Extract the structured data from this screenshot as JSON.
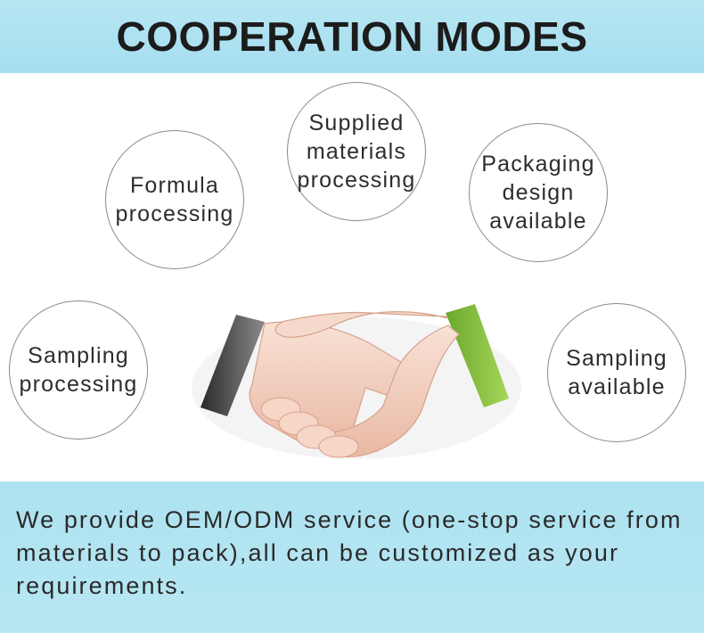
{
  "header": {
    "title": "COOPERATION MODES"
  },
  "modes": {
    "formula": "Formula\nprocessing",
    "supplied": "Supplied\nmaterials\nprocessing",
    "packaging": "Packaging\ndesign\navailable",
    "sampling_processing": "Sampling\nprocessing",
    "sampling_available": "Sampling\navailable"
  },
  "footer": {
    "text": "We provide OEM/ODM service (one-stop service from materials to pack),all can be customized as your requirements."
  },
  "colors": {
    "banner": "#a9e0f1",
    "left_cuff": "#3a3a3a",
    "right_cuff": "#7fbf3a",
    "skin": "#f2d2c2"
  },
  "icons": {
    "center_illustration": "handshake-icon"
  }
}
